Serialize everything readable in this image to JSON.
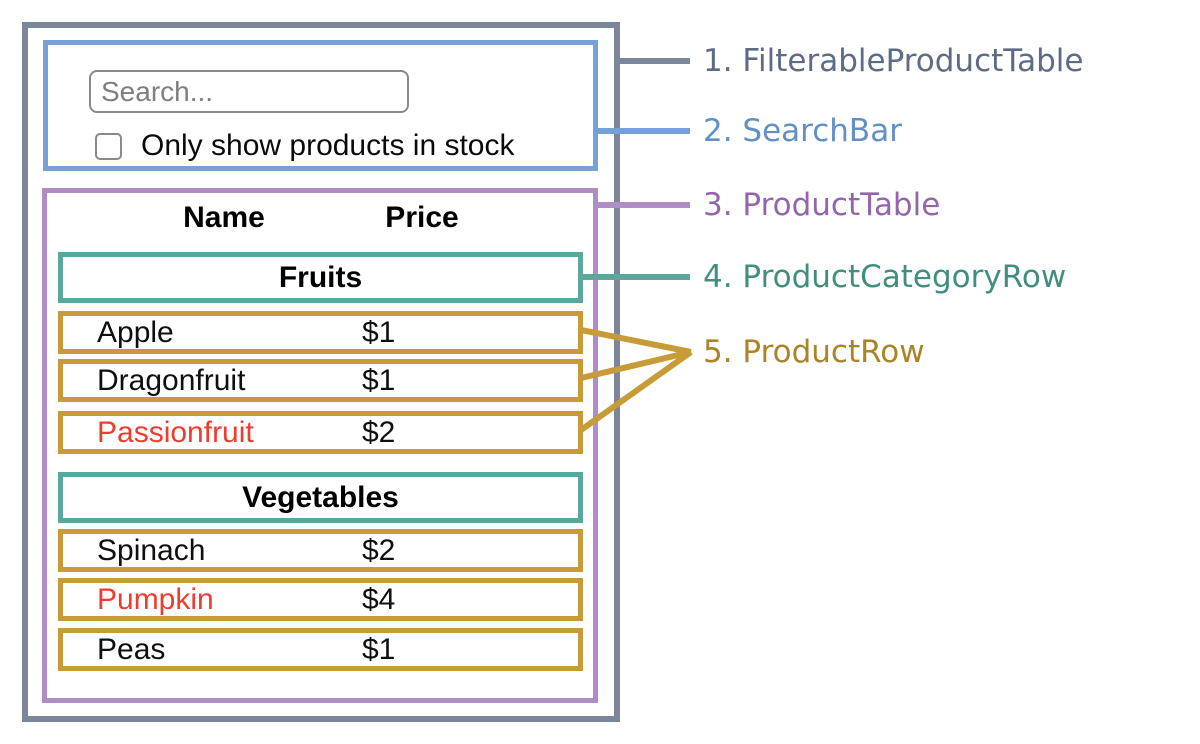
{
  "app": {
    "search_bar": {
      "search_placeholder": "Search...",
      "checkbox_label": "Only show products in stock",
      "checkbox_checked": false
    },
    "product_table": {
      "headers": {
        "name": "Name",
        "price": "Price"
      },
      "sections": [
        {
          "category": "Fruits",
          "rows": [
            {
              "name": "Apple",
              "price": "$1",
              "name_color": "#0f0f0f"
            },
            {
              "name": "Dragonfruit",
              "price": "$1",
              "name_color": "#0f0f0f"
            },
            {
              "name": "Passionfruit",
              "price": "$2",
              "name_color": "#f23b2f"
            }
          ]
        },
        {
          "category": "Vegetables",
          "rows": [
            {
              "name": "Spinach",
              "price": "$2",
              "name_color": "#0f0f0f"
            },
            {
              "name": "Pumpkin",
              "price": "$4",
              "name_color": "#f23b2f"
            },
            {
              "name": "Peas",
              "price": "$1",
              "name_color": "#0f0f0f"
            }
          ]
        }
      ]
    }
  },
  "annotations": {
    "items": [
      {
        "label": "1. FilterableProductTable",
        "color": "#5e6b87"
      },
      {
        "label": "2. SearchBar",
        "color": "#6090c5"
      },
      {
        "label": "3. ProductTable",
        "color": "#9366ac"
      },
      {
        "label": "4. ProductCategoryRow",
        "color": "#418e7e"
      },
      {
        "label": "5. ProductRow",
        "color": "#ac8326"
      }
    ]
  },
  "colors": {
    "filterable_product_table_border": "#7b869b",
    "search_bar_border": "#75a1d6",
    "product_table_border": "#b18dc7",
    "product_category_row_border": "#5aa79b",
    "product_row_border": "#c79b37",
    "out_of_stock_text": "#f23b2f",
    "input_border": "#898989",
    "placeholder_text": "#7f7f7f"
  }
}
